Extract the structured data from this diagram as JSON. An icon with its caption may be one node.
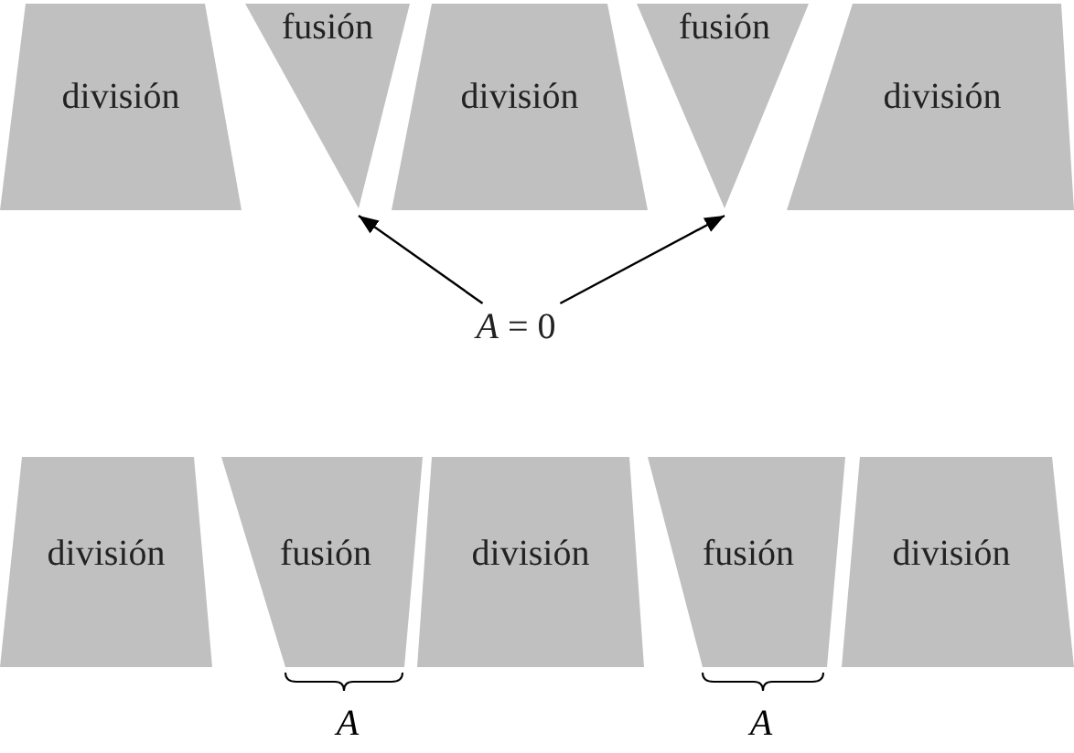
{
  "diagram": {
    "nodes": [
      {
        "text": [
          "división"
        ]
      },
      {
        "text": [
          "fusión"
        ]
      },
      {
        "text": [
          "división"
        ]
      },
      {
        "text": [
          "fusión"
        ]
      },
      {
        "text": [
          "división"
        ]
      },
      {
        "text": [
          "*A* = 0"
        ]
      },
      {
        "text": [
          "división"
        ]
      },
      {
        "text": [
          "fusión"
        ]
      },
      {
        "text": [
          "división"
        ]
      },
      {
        "text": [
          "fusión"
        ]
      },
      {
        "text": [
          "división"
        ]
      }
    ],
    "edges": [
      {
        "from": 5,
        "to": 1,
        "arrow": "to"
      },
      {
        "from": 5,
        "to": 3,
        "arrow": "to"
      }
    ],
    "labels": [
      "A",
      "A"
    ]
  }
}
